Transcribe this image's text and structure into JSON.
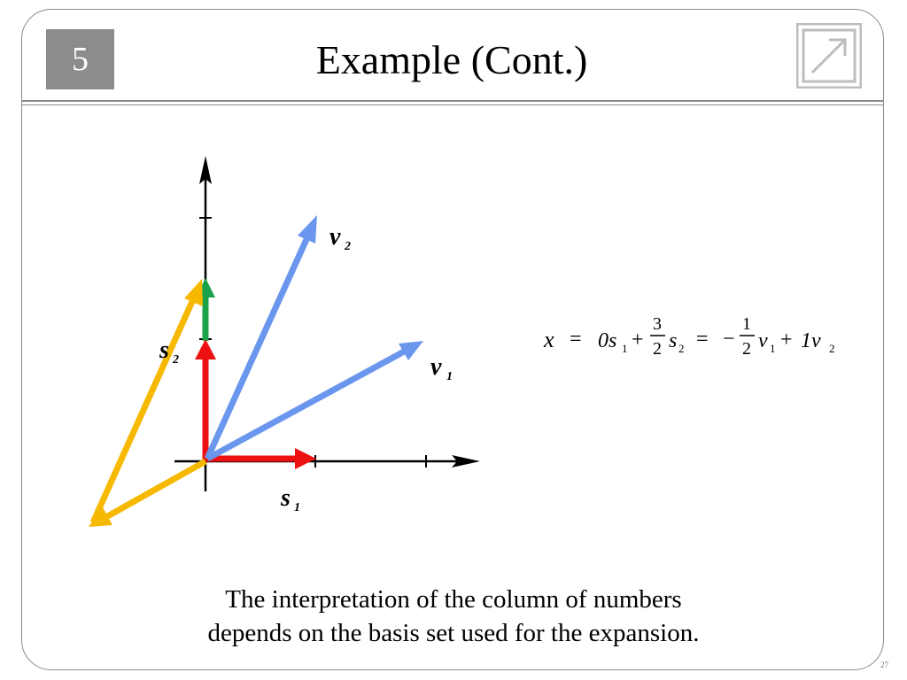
{
  "slide": {
    "chapter_number": "5",
    "title": "Example (Cont.)",
    "page_number": "27",
    "caption_line_1": "The interpretation of the column of numbers",
    "caption_line_2": "depends on the basis set used for the expansion."
  },
  "diagram": {
    "labels": {
      "v2": "v",
      "v2_sub": "2",
      "v1": "v",
      "v1_sub": "1",
      "s1": "s",
      "s1_sub": "1",
      "s2": "s",
      "s2_sub": "2"
    },
    "equation": {
      "x": "x",
      "eq1": "=",
      "zero_s": "0s",
      "sub1": "1",
      "plus": "+",
      "frac1_num": "3",
      "frac1_den": "2",
      "s_char": "s",
      "sub2": "2",
      "eq2": "=",
      "minus": "−",
      "frac2_num": "1",
      "frac2_den": "2",
      "v_char": "v",
      "sub3": "1",
      "plus2": "+",
      "one_v": "1v",
      "sub4": "2"
    },
    "colors": {
      "red": "#ee1111",
      "green": "#1aa34a",
      "blue": "#6a96ee",
      "orange": "#f7b800",
      "axis": "#000000"
    }
  }
}
